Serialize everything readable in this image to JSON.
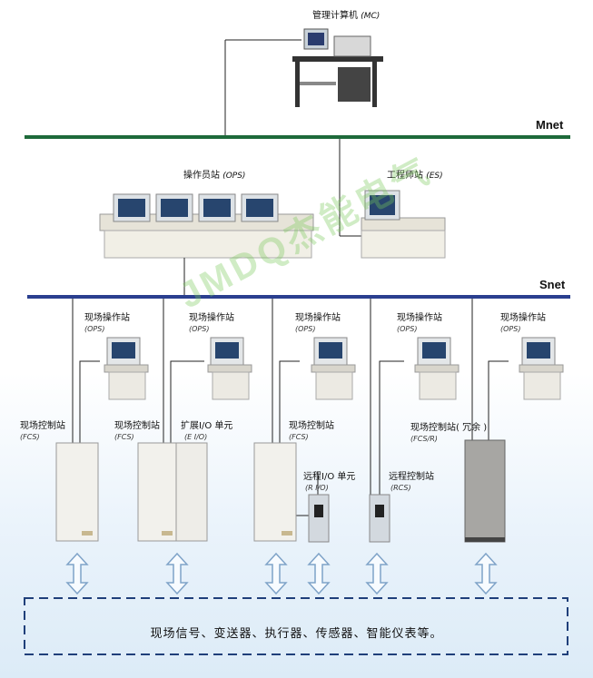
{
  "title": "管理计算机",
  "title_abbr": "(MC)",
  "networks": {
    "mnet": "Mnet",
    "snet": "Snet"
  },
  "ops_station": {
    "label": "操作员站",
    "abbr": "(OPS)"
  },
  "es_station": {
    "label": "工程师站",
    "abbr": "(ES)"
  },
  "field_ops": [
    {
      "label": "现场操作站",
      "abbr": "(OPS)"
    },
    {
      "label": "现场操作站",
      "abbr": "(OPS)"
    },
    {
      "label": "现场操作站",
      "abbr": "(OPS)"
    },
    {
      "label": "现场操作站",
      "abbr": "(OPS)"
    },
    {
      "label": "现场操作站",
      "abbr": "(OPS)"
    }
  ],
  "fcs": [
    {
      "label": "现场控制站",
      "abbr": "(FCS)"
    },
    {
      "label": "现场控制站",
      "abbr": "(FCS)"
    },
    {
      "label": "现场控制站",
      "abbr": "(FCS)"
    }
  ],
  "eio": {
    "label": "扩展I/O 单元",
    "abbr": "(E I/O)"
  },
  "rio": {
    "label": "远程I/O 单元",
    "abbr": "(R I/O)"
  },
  "rcs": {
    "label": "远程控制站",
    "abbr": "(RCS)"
  },
  "fcsr": {
    "label": "现场控制站( 冗余 )",
    "abbr": "(FCS/R)"
  },
  "footer": "现场信号、变送器、执行器、传感器、智能仪表等。",
  "watermark": "JMDQ杰能电气",
  "colors": {
    "mnet": "#1e6a3a",
    "snet": "#2a3f8f",
    "arrow": "#7fa3c8",
    "dash": "#1f3f7a"
  }
}
